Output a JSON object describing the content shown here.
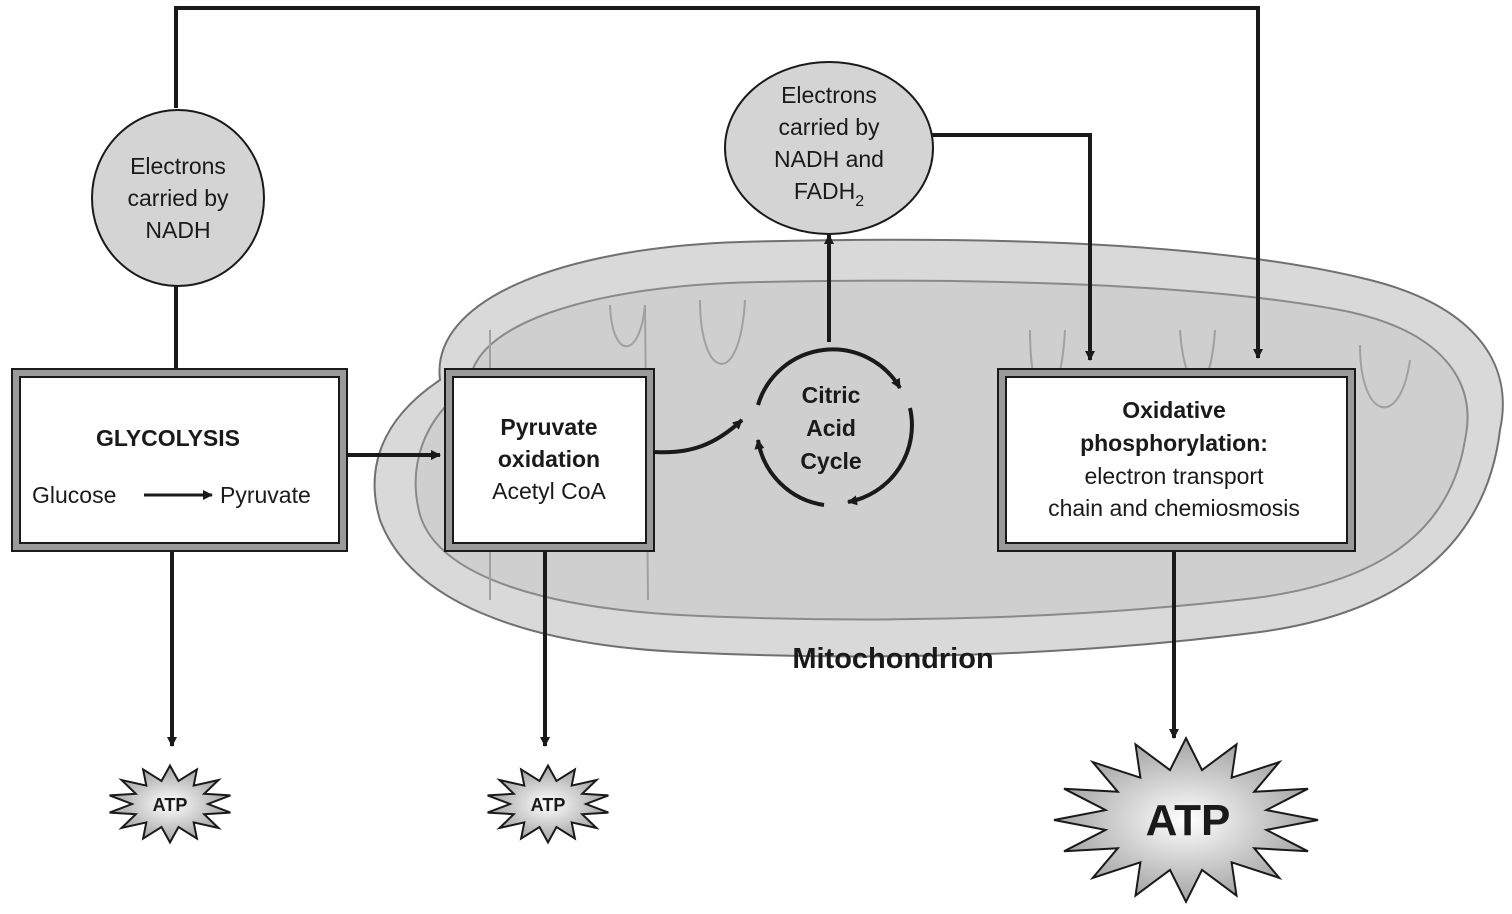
{
  "nadh_glycolysis": {
    "line1": "Electrons",
    "line2": "carried by",
    "line3": "NADH"
  },
  "nadh_fadh": {
    "line1": "Electrons",
    "line2": "carried by",
    "line3": "NADH and",
    "line4": "FADH",
    "line4_sub": "2"
  },
  "glycolysis": {
    "title": "GLYCOLYSIS",
    "from": "Glucose",
    "to": "Pyruvate"
  },
  "pyruvate": {
    "line1": "Pyruvate",
    "line2": "oxidation",
    "line3": "Acetyl CoA"
  },
  "citric": {
    "line1": "Citric",
    "line2": "Acid",
    "line3": "Cycle"
  },
  "oxphos": {
    "line1": "Oxidative",
    "line2": "phosphorylation:",
    "line3": "electron transport",
    "line4": "chain and chemiosmosis"
  },
  "mitochondrion_label": "Mitochondrion",
  "atp": {
    "small1": "ATP",
    "small2": "ATP",
    "large": "ATP"
  },
  "colors": {
    "membrane": "#d9d9d9",
    "circle_fill": "#d4d4d4",
    "line": "#1a1a1a",
    "box_bevel": "#9a9a9a"
  }
}
